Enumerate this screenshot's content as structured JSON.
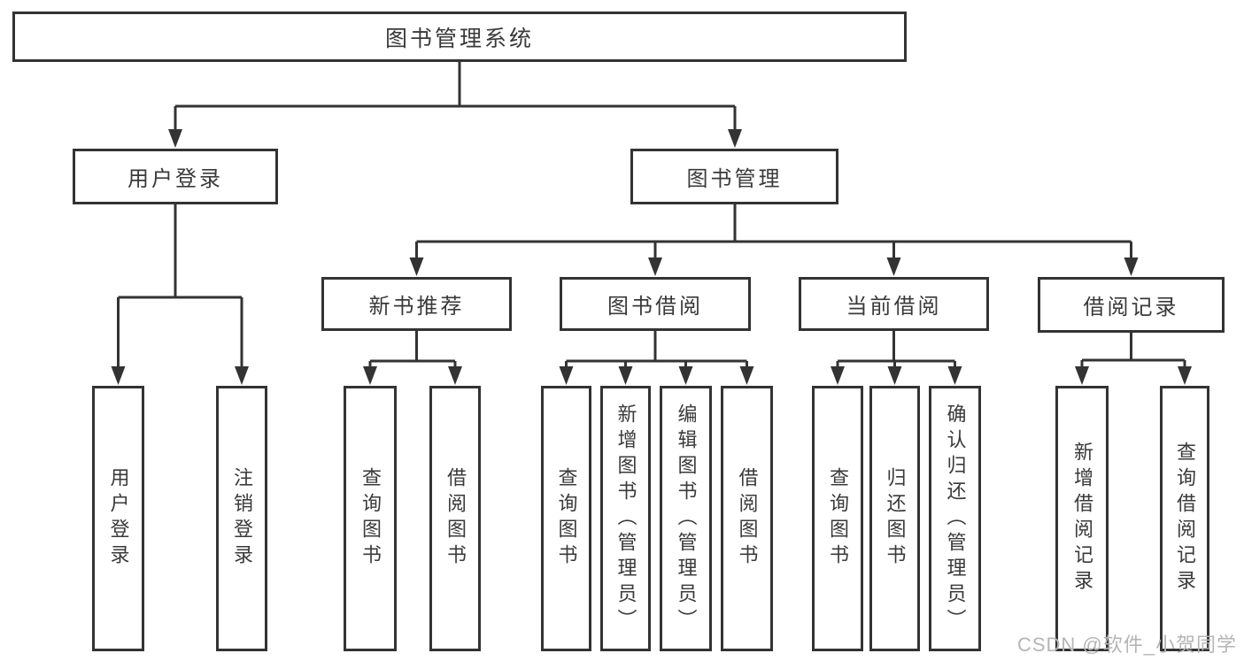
{
  "diagram": {
    "root": {
      "label": "图书管理系统"
    },
    "level2": [
      {
        "label": "用户登录"
      },
      {
        "label": "图书管理"
      }
    ],
    "level3": [
      {
        "label": "新书推荐"
      },
      {
        "label": "图书借阅"
      },
      {
        "label": "当前借阅"
      },
      {
        "label": "借阅记录"
      }
    ],
    "leaves": [
      {
        "label": "用户登录"
      },
      {
        "label": "注销登录"
      },
      {
        "label": "查询图书"
      },
      {
        "label": "借阅图书"
      },
      {
        "label": "查询图书"
      },
      {
        "label": "新增图书（管理员）"
      },
      {
        "label": "编辑图书（管理员）"
      },
      {
        "label": "借阅图书"
      },
      {
        "label": "查询图书"
      },
      {
        "label": "归还图书"
      },
      {
        "label": "确认归还（管理员）"
      },
      {
        "label": "新增借阅记录"
      },
      {
        "label": "查询借阅记录"
      }
    ],
    "watermark": "CSDN @软件_小贺同学",
    "colors": {
      "line": "#333333",
      "text": "#3a3a3a",
      "watermark": "#b5b5b5",
      "background": "#ffffff"
    }
  }
}
